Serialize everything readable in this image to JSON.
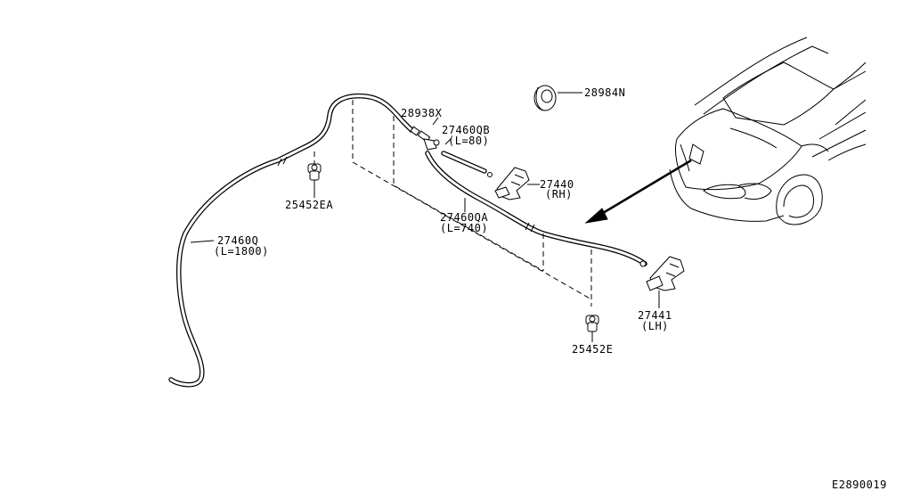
{
  "diagram_id": "E2890019",
  "parts": {
    "hose_main": {
      "number": "27460Q",
      "length": "(L=1800)"
    },
    "clip_ea": {
      "number": "25452EA"
    },
    "joint": {
      "number": "28938X"
    },
    "hose_b": {
      "number": "27460QB",
      "length": "(L=80)"
    },
    "grommet": {
      "number": "28984N"
    },
    "nozzle_rh": {
      "number": "27440",
      "side": "(RH)"
    },
    "hose_a": {
      "number": "27460QA",
      "length": "(L=740)"
    },
    "nozzle_lh": {
      "number": "27441",
      "side": "(LH)"
    },
    "clip_e": {
      "number": "25452E"
    }
  }
}
